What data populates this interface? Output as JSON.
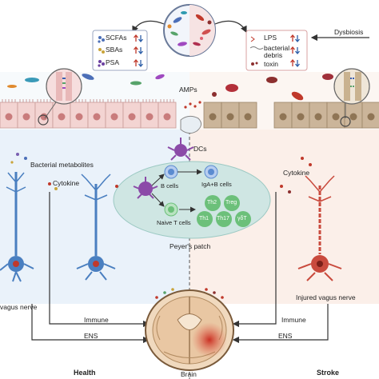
{
  "legend_left": {
    "items": [
      {
        "label": "SCFAs",
        "arrow_up_color": "#c0392b",
        "arrow_down_color": "#2e5fa8"
      },
      {
        "label": "SBAs",
        "arrow_up_color": "#c0392b",
        "arrow_down_color": "#2e5fa8"
      },
      {
        "label": "PSA",
        "arrow_up_color": "#c0392b",
        "arrow_down_color": "#2e5fa8"
      }
    ]
  },
  "legend_right": {
    "items": [
      {
        "label": "LPS",
        "arrow_up_color": "#c0392b",
        "arrow_down_color": "#2e5fa8"
      },
      {
        "label": "bacterial",
        "arrow_up_color": "#c0392b",
        "arrow_down_color": "#2e5fa8"
      },
      {
        "label": "debris",
        "arrow_up_color": "",
        "arrow_down_color": ""
      },
      {
        "label": "toxin",
        "arrow_up_color": "#c0392b",
        "arrow_down_color": "#2e5fa8"
      }
    ]
  },
  "labels": {
    "dysbiosis": "Dysbiosis",
    "amps": "AMPs",
    "dcs": "DCs",
    "bacterial_metabolites": "Bacterial metabolites",
    "cytokine_left": "Cytokine",
    "cytokine_right": "Cytokine",
    "b_cells": "B cells",
    "iga_b_cells": "IgA+B cells",
    "naive_t_cells": "Naive T cells",
    "th2": "Th2",
    "treg": "Treg",
    "th1": "Th1",
    "th17": "Th17",
    "gdt": "γδT",
    "peyers_patch": "Peyer's patch",
    "injured_vagus": "Injured vagus nerve",
    "vagus_nerve": "vagus nerve",
    "immune_left": "Immune",
    "immune_right": "Immune",
    "ens_left": "ENS",
    "ens_right": "ENS",
    "health": "Health",
    "brain": "Brain",
    "stroke": "Stroke"
  },
  "colors": {
    "health_tint": "#eaf2fa",
    "stroke_tint": "#fbefe9",
    "healthy_epithelium": "#f3d4d2",
    "healthy_nucleus": "#c97c7c",
    "stroke_epithelium": "#cbb59a",
    "stroke_nucleus": "#8f7555",
    "peyers_patch": "#cfe6e3",
    "neuron_blue": "#4a7fc0",
    "neuron_red": "#c94a3d",
    "dc_purple": "#8b4aa8",
    "b_cell_blue": "#5b8bd0",
    "t_cell_green": "#6cc07a",
    "brain_tissue": "#e9c7a3",
    "lesion_red": "#d84a3a"
  }
}
